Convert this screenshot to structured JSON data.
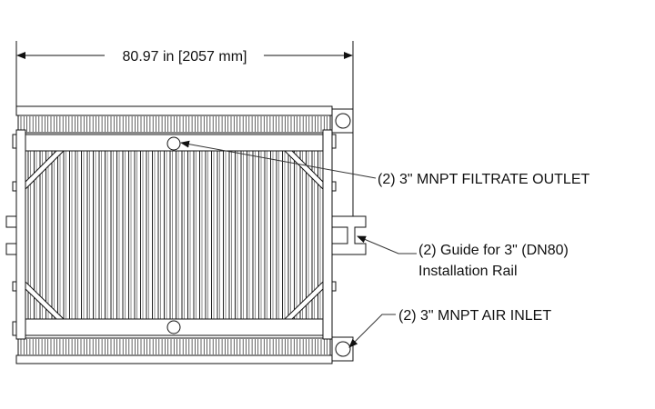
{
  "dimension": {
    "label": "80.97 in [2057 mm]"
  },
  "callouts": {
    "filtrate_outlet": "(2) 3\" MNPT FILTRATE OUTLET",
    "guide_line1": "(2) Guide for 3\" (DN80)",
    "guide_line2": "Installation Rail",
    "air_inlet": "(2) 3\" MNPT AIR INLET"
  },
  "colors": {
    "line": "#1a1a1a",
    "background": "#ffffff"
  }
}
